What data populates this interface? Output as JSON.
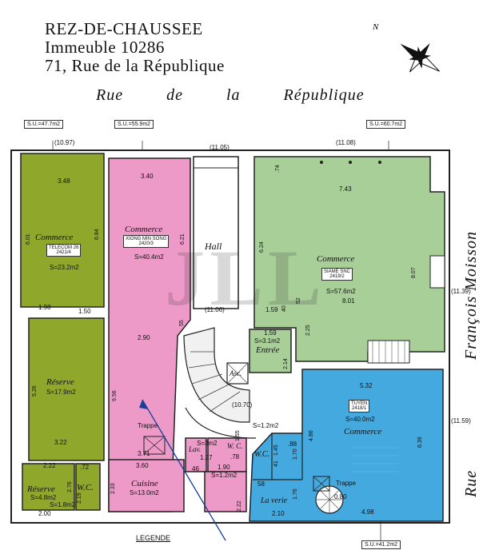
{
  "header": {
    "line1": "REZ-DE-CHAUSSEE",
    "line2": "Immeuble 10286",
    "line3": "71, Rue de la République"
  },
  "streets": {
    "top": "Rue     de     la     République",
    "right_upper": "François   Moisson",
    "right_lower": "Rue"
  },
  "compass": {
    "label": "N"
  },
  "legend": "LEGENDE",
  "watermark": "JLL",
  "colors": {
    "green": "#8fa82c",
    "pink": "#ee9ac8",
    "sage": "#a9cf99",
    "blue": "#43a9df",
    "white_room": "#ffffff",
    "grey_room": "#e4e4e4",
    "wall": "#222222"
  },
  "surface_boxes": [
    "S.U.=47.7m2",
    "S.U.=55.9m2",
    "S.U.=60.7m2",
    "S.U.=41.2m2"
  ],
  "elevations": [
    "(10.97)",
    "(11.05)",
    "(11.08)",
    "(11.06)",
    "(11.39)",
    "(10.70)",
    "(11.59)"
  ],
  "rooms": {
    "commerce_green": {
      "label": "Commerce",
      "tag": "TELECOM 26\n2421/4",
      "area": "S=23.2m2",
      "d_top": "3.48",
      "d_left": "6.01",
      "d_right": "6.84",
      "d_bottom_left": "1.98",
      "d_bottom_right": "1.50"
    },
    "reserve_green": {
      "label": "Réserve",
      "area": "S=17.9m2",
      "d_left": "5.26",
      "d_bottom": "3.22"
    },
    "reserve_small": {
      "label": "Réserve",
      "area": "S=4.8m2",
      "d_top": "2.22",
      "d_bottom": "2.00",
      "d_side": "2.76"
    },
    "wc_green": {
      "label": "W.C.",
      "area": "S=1.8m2",
      "d_top": ".72",
      "d_side": "2.19"
    },
    "commerce_pink": {
      "label": "Commerce",
      "tag": "XIONG MIN SONG\n2420/3",
      "area": "S=40.4m2",
      "d_top": "3.40",
      "d_right": "6.21",
      "d_mid": "2.90",
      "d_mid2": "55",
      "d_left": "9.56"
    },
    "trappe_pink": {
      "label": "Trappe",
      "d1": "3.71",
      "d2": "3.60"
    },
    "cuisine": {
      "label": "Cuisine",
      "area": "S=13.0m2",
      "d_left": "2.33"
    },
    "lav": {
      "label": "Lav.",
      "area": "S=3m2",
      "d": "1.27"
    },
    "wc_pink": {
      "label": "W. C.",
      "d1": ".78",
      "d2": "1.55",
      "d3": "1.90",
      "area": "S=1.2m2",
      "d4": "2.22",
      "d5": "46"
    },
    "hall": {
      "label": "Hall",
      "area": "S=1.2m2"
    },
    "asc": {
      "label": "Asc."
    },
    "entree": {
      "label": "Entrée",
      "d1": "1.59",
      "area": "S=3.1m2",
      "d2": "2.14"
    },
    "commerce_sage": {
      "label": "Commerce",
      "tag": "SIAME SNC\n2419/2",
      "area": "S=57.6m2",
      "d_top": "7.43",
      "d_left": "6.24",
      "d_right": "8.07",
      "d_bottom": "8.01",
      "d1": "1.59",
      "d2": "40",
      "d3": "52",
      "d4": "2.25",
      "d5": ".74"
    },
    "commerce_blue": {
      "label": "Commerce",
      "tag": "TUYEN\n2418/1",
      "area": "S=40.0m2",
      "d_top": "5.32",
      "d_left": "4.86",
      "d_right": "6.39",
      "d_bottom": "4.98",
      "d1": ".88",
      "d2": "1.70",
      "d3": "41"
    },
    "wc_blue": {
      "label": "W.C.",
      "d1": "1.45"
    },
    "laverie": {
      "label": "La verie",
      "d1": "58",
      "d2": "1.76",
      "d3": "2.10"
    },
    "trappe_blue": {
      "label": "Trappe",
      "d1": "0.80"
    }
  }
}
